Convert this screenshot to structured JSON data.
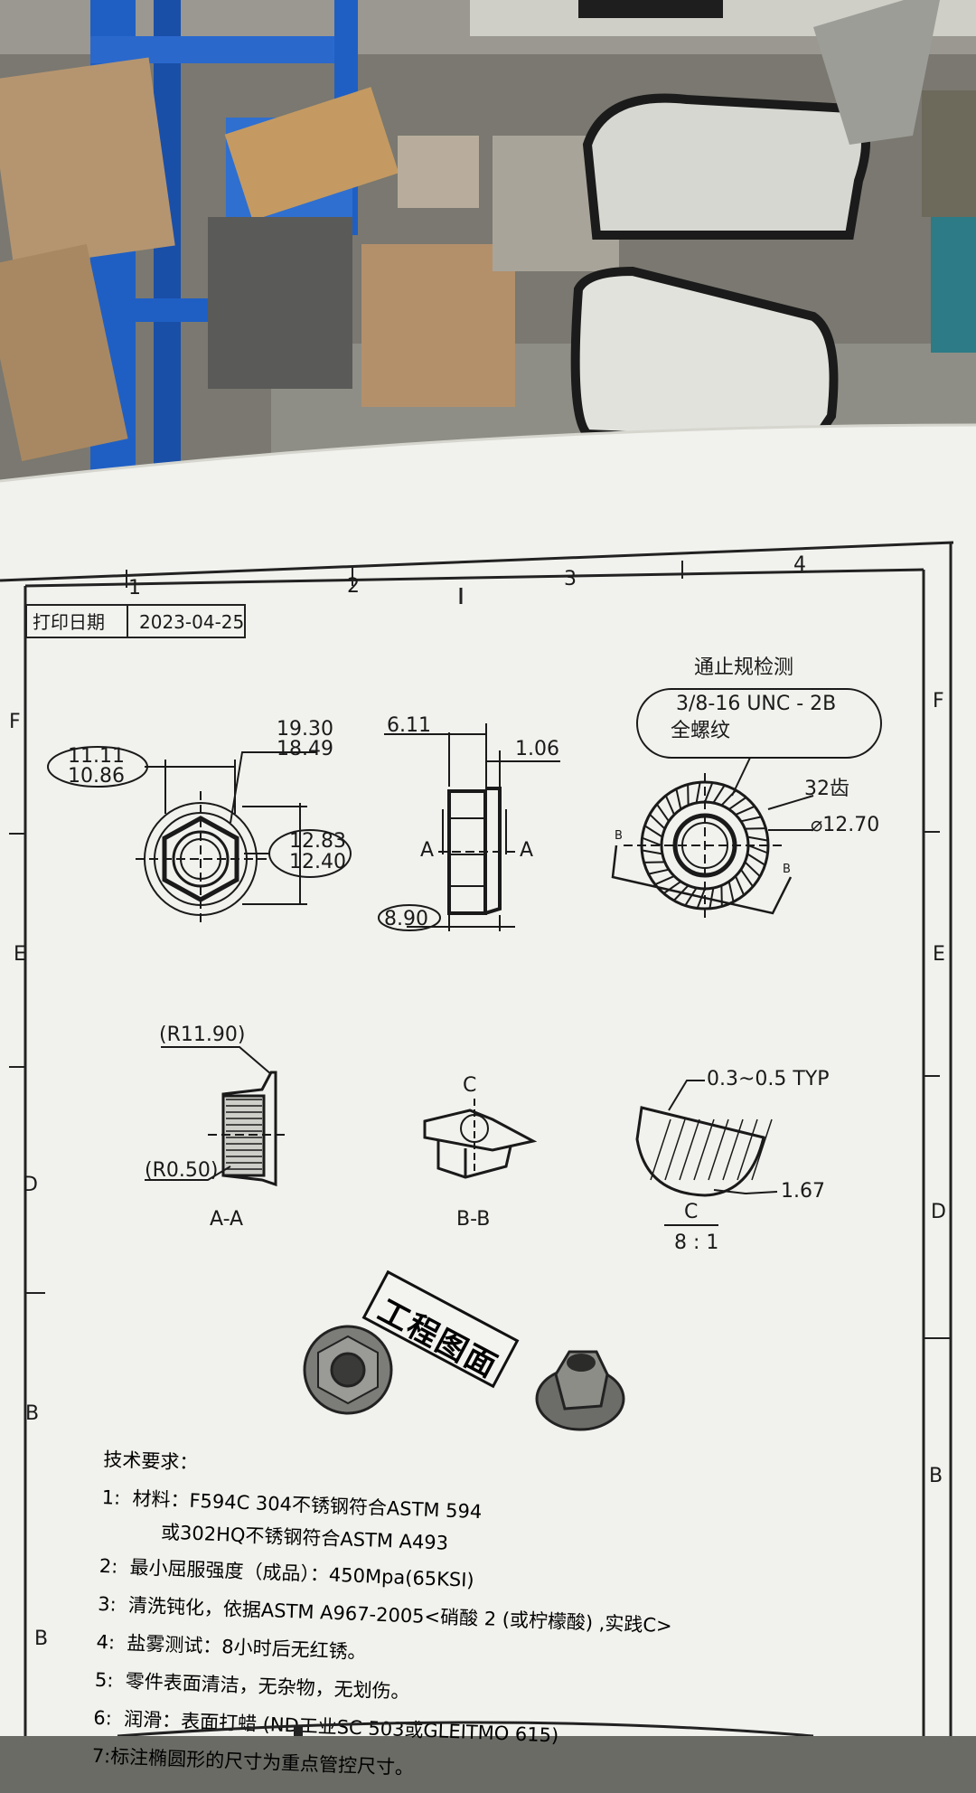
{
  "photo": {
    "description_tags": [
      "engineering-drawing-sheet",
      "cluttered-warehouse-background"
    ]
  },
  "sheet": {
    "print_date_label": "打印日期",
    "print_date": "2023-04-25",
    "grid_columns": [
      "1",
      "2",
      "3",
      "4"
    ],
    "grid_rows_left": [
      "F",
      "E",
      "D",
      "B",
      "B"
    ],
    "grid_rows_right": [
      "F",
      "E",
      "D",
      "B"
    ]
  },
  "front_view": {
    "dim_across_flats": [
      "11.11",
      "10.86"
    ],
    "dim_flange": [
      "19.30",
      "18.49"
    ],
    "dim_across_corners": [
      "12.83",
      "12.40"
    ]
  },
  "side_view": {
    "dim_top": "6.11",
    "dim_flange_thk": "1.06",
    "dim_height": "8.90",
    "section_mark": "A"
  },
  "gauge_view": {
    "title": "通止规检测",
    "thread_spec": "3/8-16 UNC - 2B",
    "thread_note": "全螺纹",
    "teeth": "32齿",
    "diameter": "⌀12.70",
    "section_mark": "B"
  },
  "sections": {
    "aa_radius_top": "(R11.90)",
    "aa_radius_bottom": "(R0.50)",
    "aa_label": "A-A",
    "bb_detail": "C",
    "bb_label": "B-B",
    "c_typ": "0.3~0.5 TYP",
    "c_dim": "1.67",
    "c_label": "C",
    "c_scale": "8 : 1"
  },
  "stamp": "工程图面",
  "requirements": {
    "heading": "技术要求：",
    "items": [
      "1:  材料：F594C 304不锈钢符合ASTM 594",
      "          或302HQ不锈钢符合ASTM A493",
      "2:  最小屈服强度（成品）：450Mpa(65KSI)",
      "3:  清洗钝化，依据ASTM A967-2005<硝酸 2 (或柠檬酸) ,实践C>",
      "4:  盐雾测试：8小时后无红锈。",
      "5:  零件表面清洁，无杂物，无划伤。",
      "6:  润滑：表面打蜡 (ND工业SC 503或GLEITMO 615)",
      "7:标注椭圆形的尺寸为重点管控尺寸。"
    ]
  },
  "colors": {
    "paper": "#f1f1ed",
    "ink": "#1a1a1a",
    "shelf_blue": "#1f5fc4",
    "floor": "#8a8a82"
  }
}
